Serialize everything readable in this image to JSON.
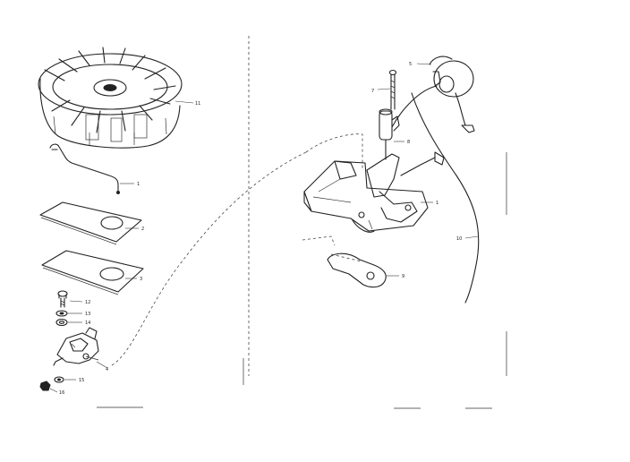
{
  "callouts": {
    "p11": "11",
    "p1": "1",
    "p2": "2",
    "p3": "3",
    "p12": "12",
    "p13": "13",
    "p14": "14",
    "p4": "4",
    "p15": "15",
    "p16": "16",
    "p5": "5",
    "p7": "7",
    "p8": "8",
    "p1r": "1",
    "p10": "10",
    "p9": "9"
  },
  "icons": [
    "flywheel-icon",
    "spring-clip-icon",
    "gasket-icon",
    "screw-icon",
    "washer-icon",
    "bracket-icon",
    "ignition-coil-icon",
    "condenser-icon",
    "breaker-plate-icon",
    "wire-lead-icon",
    "cam-plate-icon"
  ]
}
